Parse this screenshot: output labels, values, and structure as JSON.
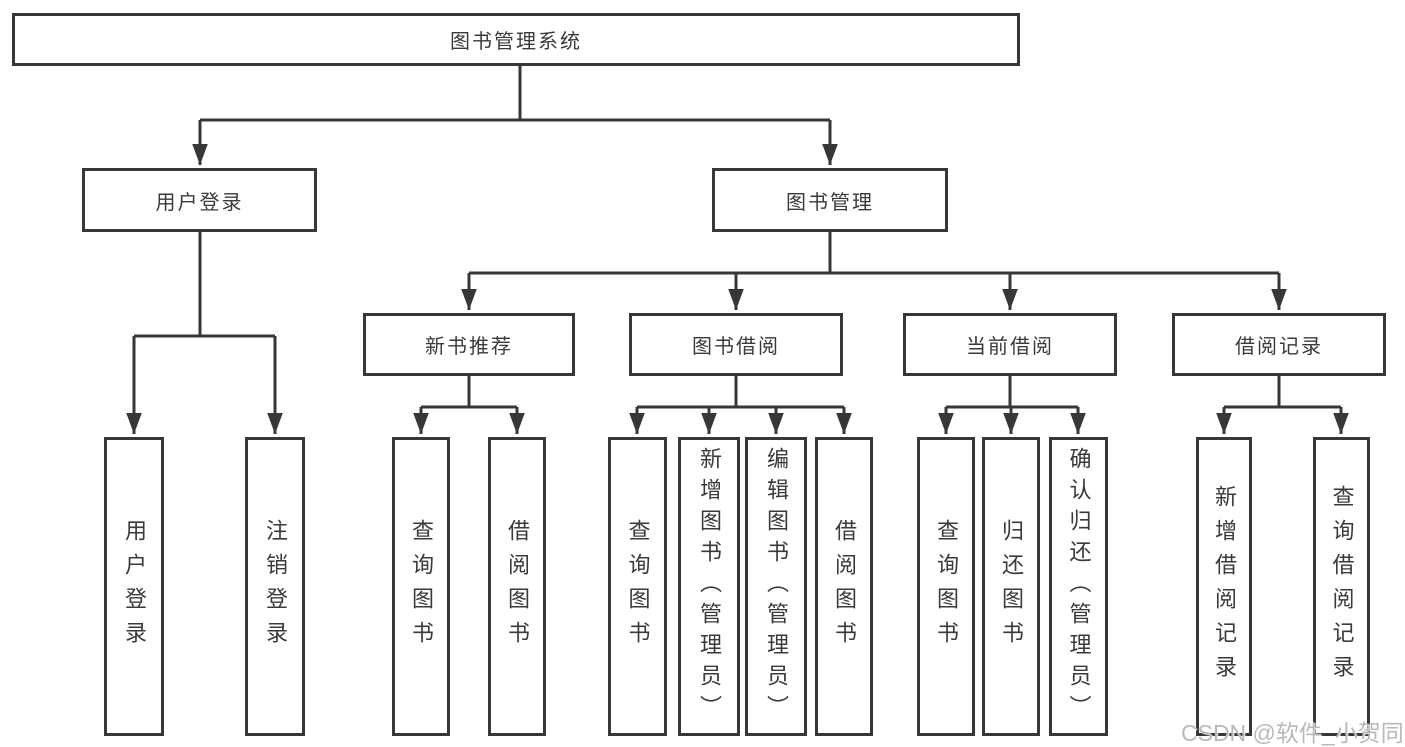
{
  "tree": {
    "root": "图书管理系统",
    "level2": [
      "用户登录",
      "图书管理"
    ],
    "level3": [
      "新书推荐",
      "图书借阅",
      "当前借阅",
      "借阅记录"
    ],
    "leaves": {
      "user_login": [
        "用户登录",
        "注销登录"
      ],
      "new_book": [
        "查询图书",
        "借阅图书"
      ],
      "book_borrow": [
        "查询图书",
        "新增图书（管理员）",
        "编辑图书（管理员）",
        "借阅图书"
      ],
      "current_borrow": [
        "查询图书",
        "归还图书",
        "确认归还（管理员）"
      ],
      "borrow_record": [
        "新增借阅记录",
        "查询借阅记录"
      ]
    }
  },
  "watermark": "CSDN @软件_小贺同学",
  "colors": {
    "line": "#373737",
    "box_border": "#373737",
    "text": "#3a3a3a",
    "watermark": "#b9b9b9",
    "background": "#ffffff"
  }
}
